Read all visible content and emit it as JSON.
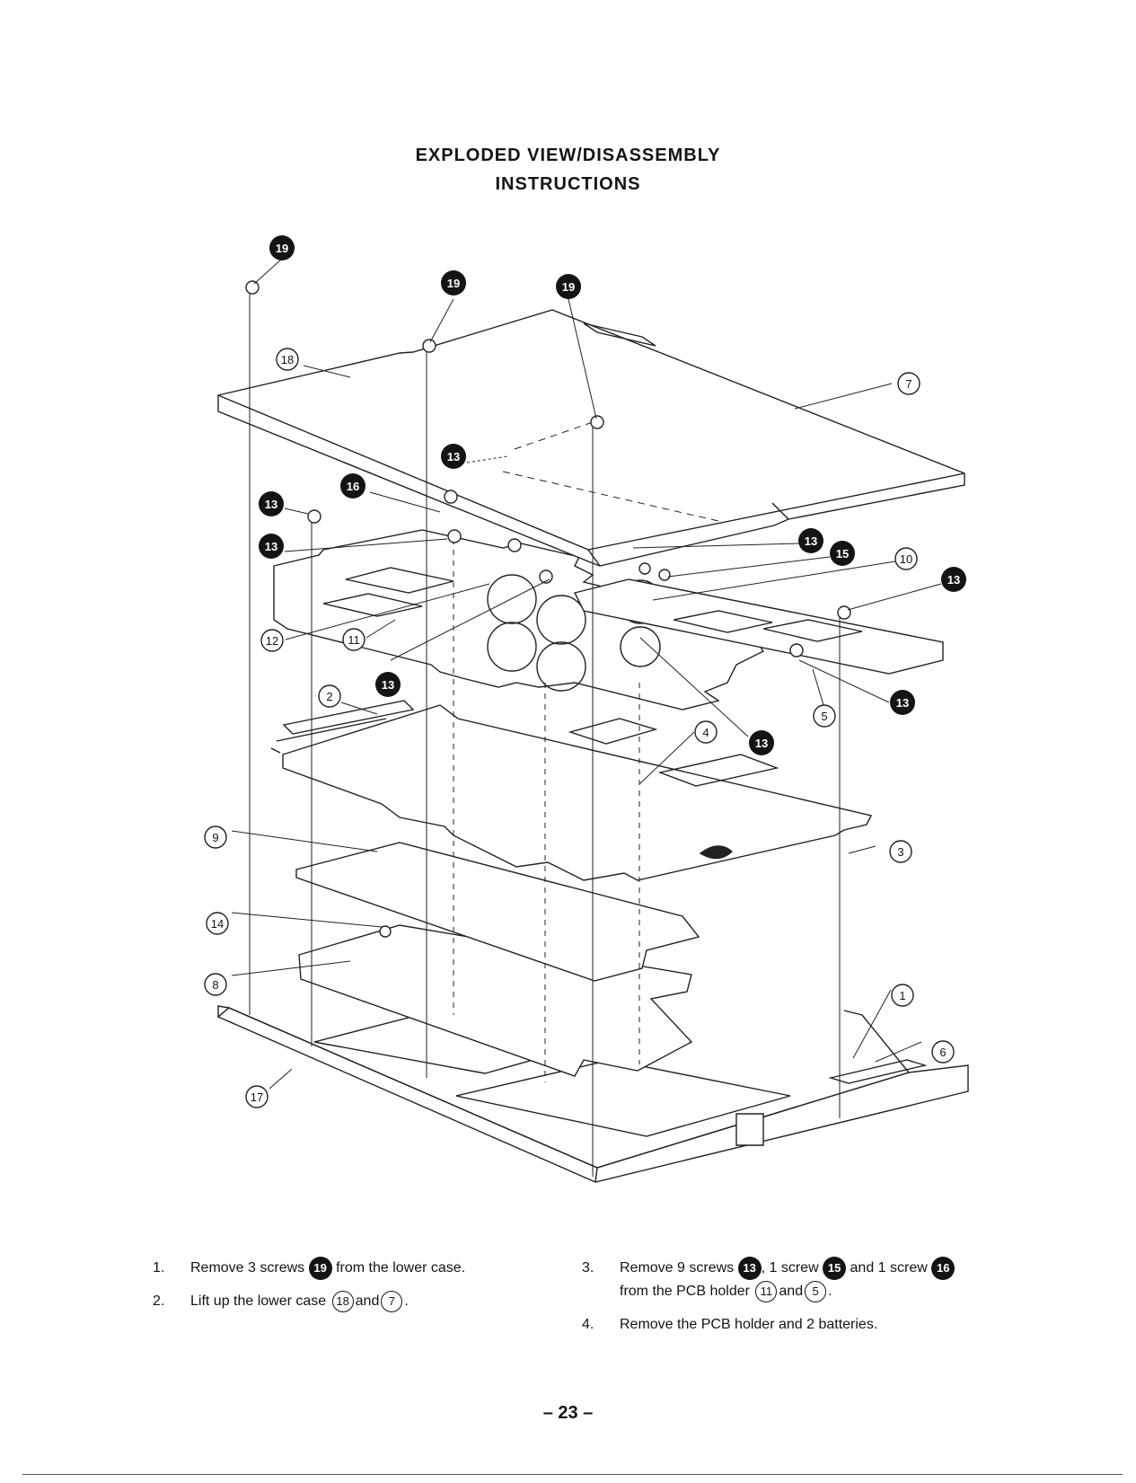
{
  "heading": {
    "line1": "EXPLODED VIEW/DISASSEMBLY",
    "line2": "INSTRUCTIONS"
  },
  "diagram": {
    "labels_filled": {
      "l19": "19",
      "l16": "16",
      "l15": "15",
      "l13": "13"
    },
    "labels_outlined": {
      "l1": "1",
      "l2": "2",
      "l3": "3",
      "l4": "4",
      "l5": "5",
      "l6": "6",
      "l7": "7",
      "l8": "8",
      "l9": "9",
      "l10": "10",
      "l11": "11",
      "l12": "12",
      "l14": "14",
      "l17": "17",
      "l18": "18"
    }
  },
  "steps": {
    "s1": {
      "num": "1.",
      "a": "Remove 3 screws",
      "screw": "19",
      "b": "from the lower case."
    },
    "s2": {
      "num": "2.",
      "a": "Lift up the lower case",
      "p1": "18",
      "and": "and",
      "p2": "7",
      "end": "."
    },
    "s3": {
      "num": "3.",
      "a": "Remove 9 screws",
      "screw1": "13",
      "b": ", 1 screw",
      "screw2": "15",
      "c": "and 1 screw",
      "screw3": "16",
      "d": "from the PCB holder",
      "p1": "11",
      "and": "and",
      "p2": "5",
      "end": "."
    },
    "s4": {
      "num": "4.",
      "a": "Remove the PCB holder and 2 batteries."
    }
  },
  "page_number": "– 23 –"
}
